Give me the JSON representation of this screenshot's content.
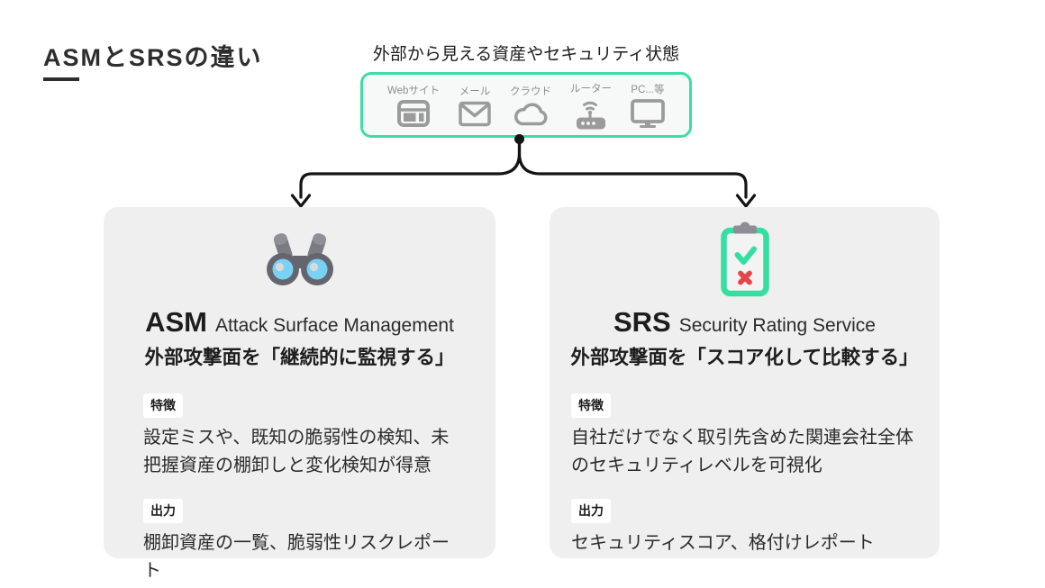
{
  "title": "ASMとSRSの違い",
  "colors": {
    "accent_green": "#3bdfa3",
    "card_bg": "#efefef",
    "icon_gray": "#9b9b9b",
    "arrow_black": "#141414",
    "check_green": "#35dfa2",
    "cross_red": "#e24646",
    "lens_blue": "#79d2f4"
  },
  "source": {
    "label": "外部から見える資産やセキュリティ状態",
    "items": [
      {
        "icon": "browser-icon",
        "label": "Webサイト"
      },
      {
        "icon": "mail-icon",
        "label": "メール"
      },
      {
        "icon": "cloud-icon",
        "label": "クラウド"
      },
      {
        "icon": "router-icon",
        "label": "ルーター"
      },
      {
        "icon": "monitor-icon",
        "label": "PC...等"
      }
    ]
  },
  "cards": [
    {
      "id": "asm",
      "icon": "binoculars-icon",
      "acronym": "ASM",
      "full_name": "Attack Surface Management",
      "tagline": "外部攻撃面を「継続的に監視する」",
      "sections": [
        {
          "label": "特徴",
          "text": "設定ミスや、既知の脆弱性の検知、未把握資産の棚卸しと変化検知が得意"
        },
        {
          "label": "出力",
          "text": "棚卸資産の一覧、脆弱性リスクレポート"
        }
      ]
    },
    {
      "id": "srs",
      "icon": "clipboard-icon",
      "acronym": "SRS",
      "full_name": "Security Rating Service",
      "tagline": "外部攻撃面を「スコア化して比較する」",
      "sections": [
        {
          "label": "特徴",
          "text": "自社だけでなく取引先含めた関連会社全体のセキュリティレベルを可視化"
        },
        {
          "label": "出力",
          "text": "セキュリティスコア、格付けレポート"
        }
      ]
    }
  ]
}
